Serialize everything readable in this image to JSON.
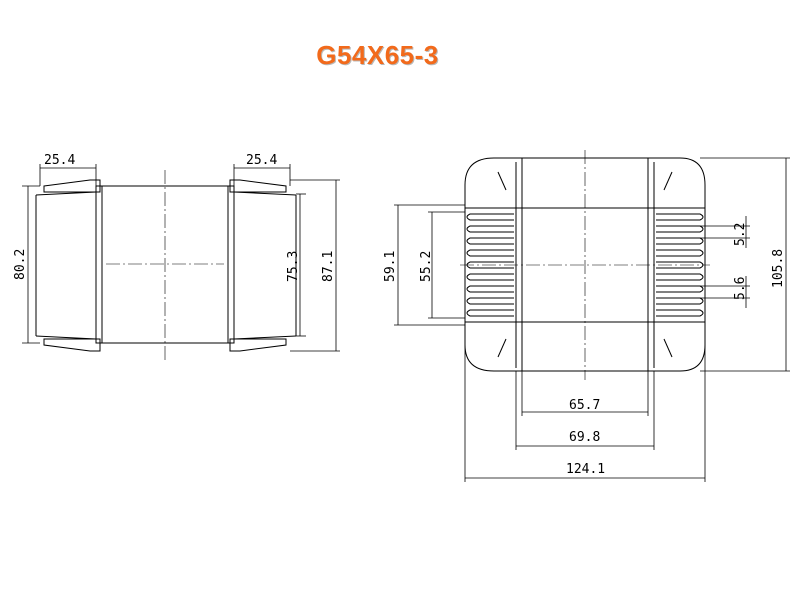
{
  "title": "G54X65-3",
  "side_view": {
    "top_left_width": "25.4",
    "top_right_width": "25.4",
    "outer_height": "80.2",
    "inner_height": "75.3",
    "total_height": "87.1"
  },
  "front_view": {
    "window_height": "59.1",
    "core_height": "55.2",
    "fin_pitch_top": "5.2",
    "fin_pitch_bottom": "5.6",
    "overall_height": "105.8",
    "inner_width": "65.7",
    "core_width": "69.8",
    "overall_width": "124.1"
  }
}
